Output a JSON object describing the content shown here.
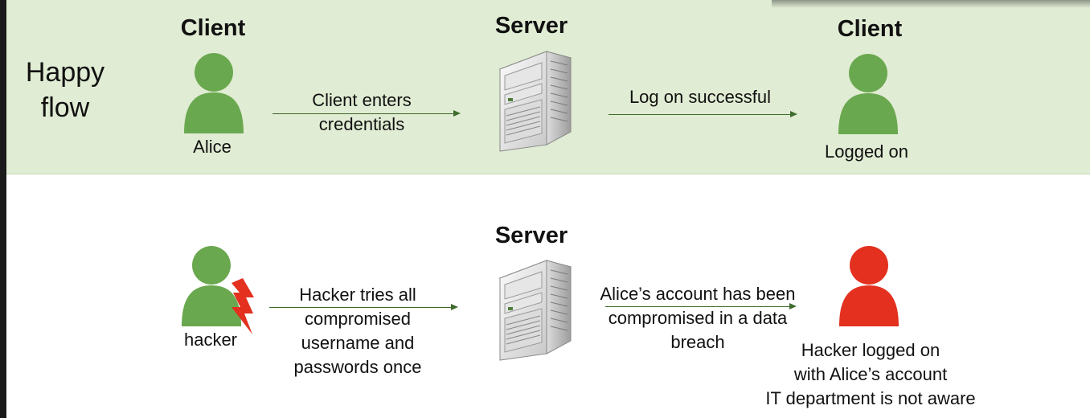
{
  "happy_flow": {
    "title": "Happy\nflow",
    "left_heading": "Client",
    "left_caption": "Alice",
    "arrow1_label": "Client enters\ncredentials",
    "server_heading": "Server",
    "arrow2_label": "Log on successful",
    "right_heading": "Client",
    "right_caption": "Logged on"
  },
  "attack_flow": {
    "hacker_caption": "hacker",
    "arrow1_label": "Hacker tries all\ncompromised\nusername and\npasswords once",
    "server_heading": "Server",
    "arrow2_label": "Alice’s account has been\ncompromised in a data\nbreach",
    "result_caption": "Hacker logged on\nwith Alice’s account\nIT department is not aware"
  },
  "colors": {
    "band": "#e0ecd3",
    "user_green": "#6aa84f",
    "user_red": "#e3301f",
    "arrow": "#3f6b2e",
    "lightning": "#e3301f"
  },
  "icons": {
    "user": "user-icon",
    "server": "server-tower-icon",
    "lightning": "lightning-bolt-icon"
  }
}
